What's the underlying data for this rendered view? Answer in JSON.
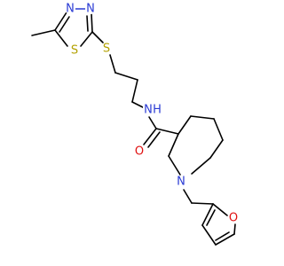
{
  "colors": {
    "carbon": "#000000",
    "nitrogen": "#2a3bd4",
    "oxygen": "#e01010",
    "sulfur": "#b3a100",
    "background": "#ffffff"
  },
  "atoms": {
    "thiadiazole_n1": "N",
    "thiadiazole_n2": "N",
    "thiadiazole_s": "S",
    "thioether_s": "S",
    "amide_n": "N",
    "amide_h": "H",
    "carbonyl_o": "O",
    "piperidine_n": "N",
    "furan_o": "O"
  }
}
